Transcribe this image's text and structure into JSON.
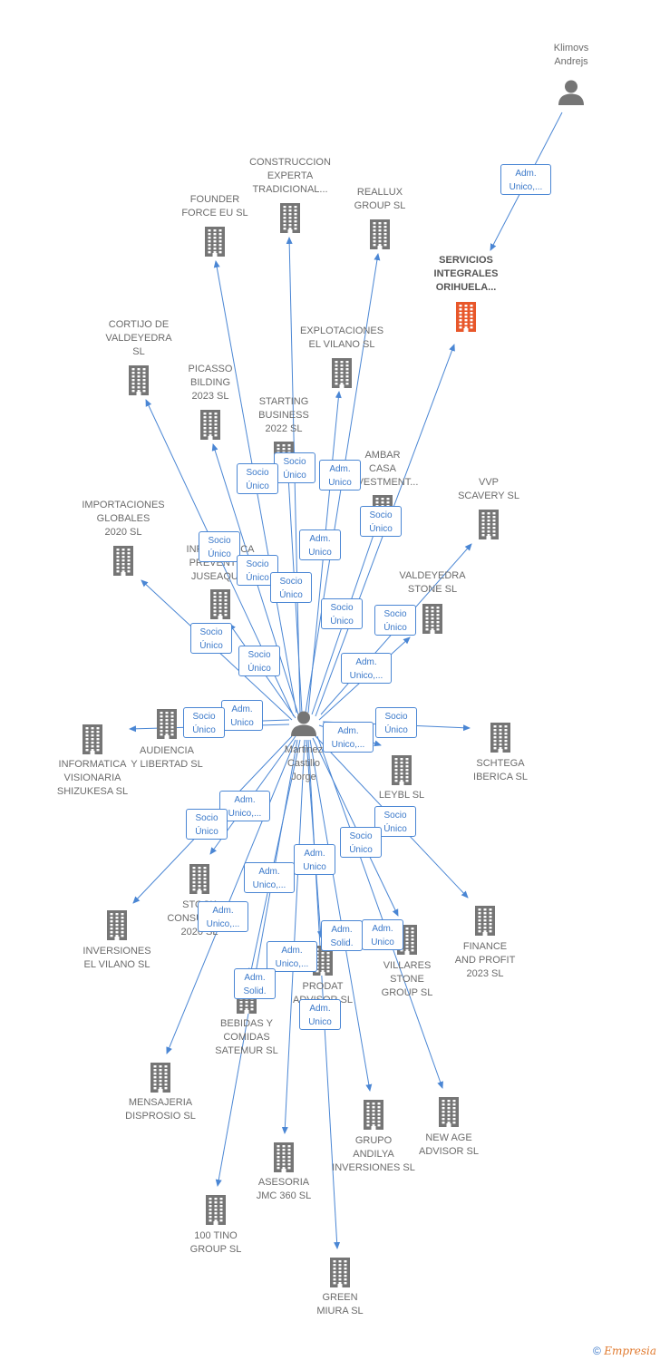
{
  "colors": {
    "company": "#757575",
    "focus_company": "#e8572a",
    "person": "#757575",
    "edge": "#4a86d4"
  },
  "nodes": [
    {
      "id": "klimovs",
      "kind": "person",
      "label": "Klimovs\nAndrejs"
    },
    {
      "id": "servicios",
      "kind": "focus",
      "label": "SERVICIOS\nINTEGRALES\nORIHUELA..."
    },
    {
      "id": "construccion",
      "kind": "company",
      "label": "CONSTRUCCION\nEXPERTA\nTRADICIONAL..."
    },
    {
      "id": "founder",
      "kind": "company",
      "label": "FOUNDER\nFORCE EU  SL"
    },
    {
      "id": "reallux",
      "kind": "company",
      "label": "REALLUX\nGROUP  SL"
    },
    {
      "id": "cortijo",
      "kind": "company",
      "label": "CORTIJO DE\nVALDEYEDRA\nSL"
    },
    {
      "id": "explotaciones",
      "kind": "company",
      "label": "EXPLOTACIONES\nEL VILANO  SL"
    },
    {
      "id": "picasso",
      "kind": "company",
      "label": "PICASSO\nBILDING\n2023  SL"
    },
    {
      "id": "starting",
      "kind": "company",
      "label": "STARTING\nBUSINESS\n2022  SL"
    },
    {
      "id": "ambar",
      "kind": "company",
      "label": "AMBAR\nCASA\nINVESTMENT..."
    },
    {
      "id": "vvp",
      "kind": "company",
      "label": "VVP\nSCAVERY  SL"
    },
    {
      "id": "importaciones",
      "kind": "company",
      "label": "IMPORTACIONES\nGLOBALES\n2020  SL"
    },
    {
      "id": "informatica_prev",
      "kind": "company",
      "label": "INFORMATICA\nPREVENTIVA\nJUSEAQUI..."
    },
    {
      "id": "valdeyedra",
      "kind": "company",
      "label": "VALDEYEDRA\nSTONE  SL"
    },
    {
      "id": "martinez",
      "kind": "person",
      "label": "Martinez\nCastillo\nJorge"
    },
    {
      "id": "audiencia",
      "kind": "company",
      "label": "AUDIENCIA\nY LIBERTAD  SL"
    },
    {
      "id": "informatica_vis",
      "kind": "company",
      "label": "INFORMATICA\nVISIONARIA\nSHIZUKESA  SL"
    },
    {
      "id": "schtega",
      "kind": "company",
      "label": "SCHTEGA\nIBERICA  SL"
    },
    {
      "id": "leybl",
      "kind": "company",
      "label": "LEYBL  SL"
    },
    {
      "id": "stock",
      "kind": "company",
      "label": "STOCK\nCONSULTING\n2020  SL"
    },
    {
      "id": "inversiones_vilano",
      "kind": "company",
      "label": "INVERSIONES\nEL VILANO  SL"
    },
    {
      "id": "finance",
      "kind": "company",
      "label": "FINANCE\nAND PROFIT\n2023  SL"
    },
    {
      "id": "villares",
      "kind": "company",
      "label": "VILLARES\nSTONE\nGROUP  SL"
    },
    {
      "id": "prodat",
      "kind": "company",
      "label": "PRODAT\nADVISOR  SL"
    },
    {
      "id": "bebidas",
      "kind": "company",
      "label": "BEBIDAS Y\nCOMIDAS\nSATEMUR  SL"
    },
    {
      "id": "mensajeria",
      "kind": "company",
      "label": "MENSAJERIA\nDISPROSIO  SL"
    },
    {
      "id": "new_age",
      "kind": "company",
      "label": "NEW AGE\nADVISOR  SL"
    },
    {
      "id": "grupo_andilya",
      "kind": "company",
      "label": "GRUPO\nANDILYA\nINVERSIONES SL"
    },
    {
      "id": "asesoria",
      "kind": "company",
      "label": "ASESORIA\nJMC 360  SL"
    },
    {
      "id": "tino",
      "kind": "company",
      "label": "100 TINO\nGROUP  SL"
    },
    {
      "id": "green",
      "kind": "company",
      "label": "GREEN\nMIURA  SL"
    }
  ],
  "edges": [
    {
      "from": "klimovs",
      "to": "servicios",
      "role": "Adm.\nUnico,..."
    },
    {
      "from": "martinez",
      "to": "servicios",
      "role": "Socio\nÚnico"
    },
    {
      "from": "martinez",
      "to": "founder",
      "role": "Socio\nÚnico"
    },
    {
      "from": "martinez",
      "to": "construccion",
      "role": "Socio\nÚnico"
    },
    {
      "from": "martinez",
      "to": "reallux",
      "role": "Adm.\nUnico"
    },
    {
      "from": "martinez",
      "to": "explotaciones",
      "role": "Adm.\nUnico"
    },
    {
      "from": "martinez",
      "to": "cortijo",
      "role": "Socio\nÚnico"
    },
    {
      "from": "martinez",
      "to": "picasso",
      "role": "Socio\nÚnico"
    },
    {
      "from": "martinez",
      "to": "starting",
      "role": "Socio\nÚnico"
    },
    {
      "from": "martinez",
      "to": "ambar",
      "role": "Socio\nÚnico"
    },
    {
      "from": "martinez",
      "to": "vvp",
      "role": "Socio\nÚnico"
    },
    {
      "from": "martinez",
      "to": "importaciones",
      "role": "Socio\nÚnico"
    },
    {
      "from": "martinez",
      "to": "informatica_prev",
      "role": "Socio\nÚnico"
    },
    {
      "from": "martinez",
      "to": "valdeyedra",
      "role": "Adm.\nUnico,..."
    },
    {
      "from": "martinez",
      "to": "audiencia",
      "role": "Adm.\nUnico"
    },
    {
      "from": "martinez",
      "to": "informatica_vis",
      "role": "Socio\nÚnico"
    },
    {
      "from": "martinez",
      "to": "schtega",
      "role": "Socio\nÚnico"
    },
    {
      "from": "martinez",
      "to": "leybl",
      "role": "Adm.\nUnico,..."
    },
    {
      "from": "martinez",
      "to": "stock",
      "role": "Adm.\nUnico,..."
    },
    {
      "from": "martinez",
      "to": "inversiones_vilano",
      "role": "Socio\nÚnico"
    },
    {
      "from": "martinez",
      "to": "finance",
      "role": "Socio\nÚnico"
    },
    {
      "from": "martinez",
      "to": "villares",
      "role": "Socio\nÚnico"
    },
    {
      "from": "martinez",
      "to": "prodat",
      "role": "Adm.\nUnico"
    },
    {
      "from": "martinez",
      "to": "bebidas",
      "role": "Adm.\nUnico,..."
    },
    {
      "from": "martinez",
      "to": "mensajeria",
      "role": "Adm.\nUnico,..."
    },
    {
      "from": "martinez",
      "to": "new_age",
      "role": "Adm.\nUnico"
    },
    {
      "from": "martinez",
      "to": "grupo_andilya",
      "role": "Adm.\nSolid."
    },
    {
      "from": "martinez",
      "to": "asesoria",
      "role": "Adm.\nUnico,..."
    },
    {
      "from": "martinez",
      "to": "tino",
      "role": "Adm.\nSolid."
    },
    {
      "from": "martinez",
      "to": "green",
      "role": "Adm.\nUnico"
    }
  ],
  "footer": {
    "copyright": "©",
    "brand": "Empresia"
  }
}
